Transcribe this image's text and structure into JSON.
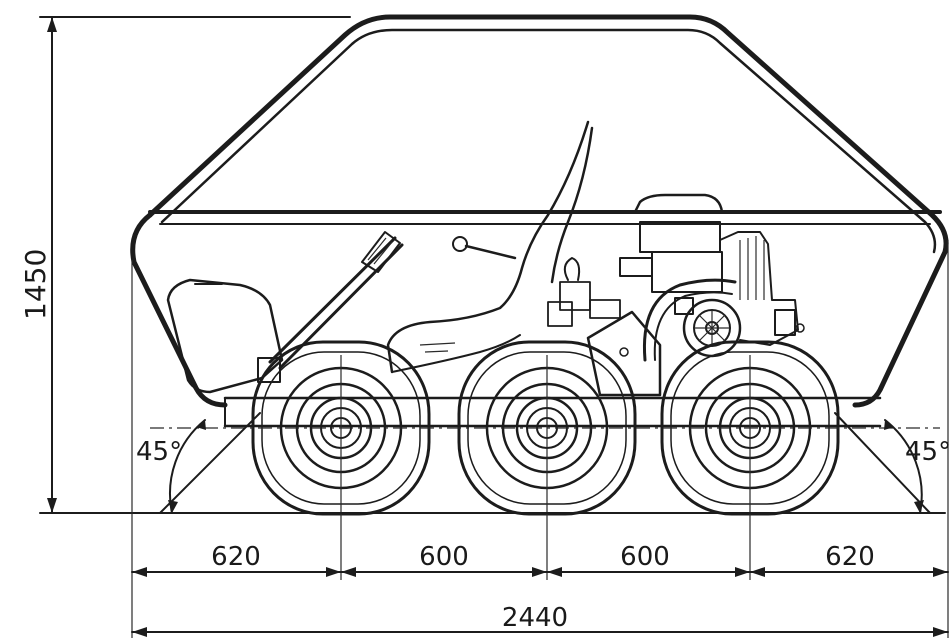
{
  "dimensions": {
    "height": "1450",
    "seg1": "620",
    "seg2": "600",
    "seg3": "600",
    "seg4": "620",
    "total": "2440",
    "angle_left": "45°",
    "angle_right": "45°"
  }
}
